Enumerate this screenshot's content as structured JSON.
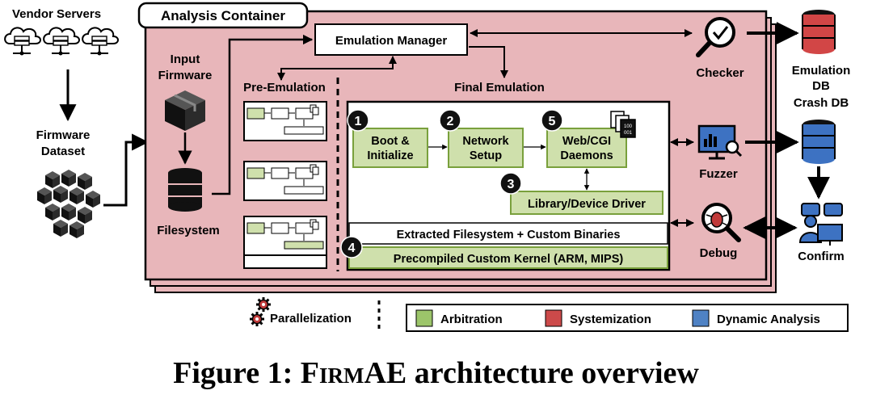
{
  "vendor": {
    "label": "Vendor Servers"
  },
  "dataset": {
    "label_line1": "Firmware",
    "label_line2": "Dataset"
  },
  "container": {
    "title": "Analysis Container"
  },
  "input": {
    "label_line1": "Input",
    "label_line2": "Firmware",
    "filesystem": "Filesystem"
  },
  "manager": {
    "label": "Emulation Manager"
  },
  "pre_emulation": {
    "label": "Pre-Emulation"
  },
  "final_emulation": {
    "label": "Final Emulation",
    "boot": {
      "number": "1",
      "line1": "Boot &",
      "line2": "Initialize"
    },
    "network": {
      "number": "2",
      "line1": "Network",
      "line2": "Setup"
    },
    "driver": {
      "number": "3",
      "label": "Library/Device Driver"
    },
    "kernel": {
      "number": "4",
      "label": "Precompiled Custom Kernel (ARM, MIPS)"
    },
    "daemons": {
      "number": "5",
      "line1": "Web/CGI",
      "line2": "Daemons"
    },
    "extracted": {
      "label": "Extracted Filesystem + Custom Binaries"
    }
  },
  "tools": {
    "checker": "Checker",
    "fuzzer": "Fuzzer",
    "debug": "Debug"
  },
  "databases": {
    "emulation_line1": "Emulation",
    "emulation_line2": "DB",
    "crash": "Crash DB"
  },
  "confirm": {
    "label": "Confirm"
  },
  "parallelization": {
    "label": "Parallelization"
  },
  "legend": [
    {
      "label": "Arbitration",
      "color": "#9cc56a"
    },
    {
      "label": "Systemization",
      "color": "#cc4a4a"
    },
    {
      "label": "Dynamic Analysis",
      "color": "#4f82c4"
    }
  ],
  "colors": {
    "container_fill": "#e8b6ba",
    "green_fill": "#cfe0ac",
    "green_border": "#79a03c",
    "db_red": "#d24646",
    "db_blue": "#3d72c2"
  },
  "caption": {
    "prefix": "Figure 1: ",
    "name": "FirmAE",
    "suffix": " architecture overview"
  }
}
